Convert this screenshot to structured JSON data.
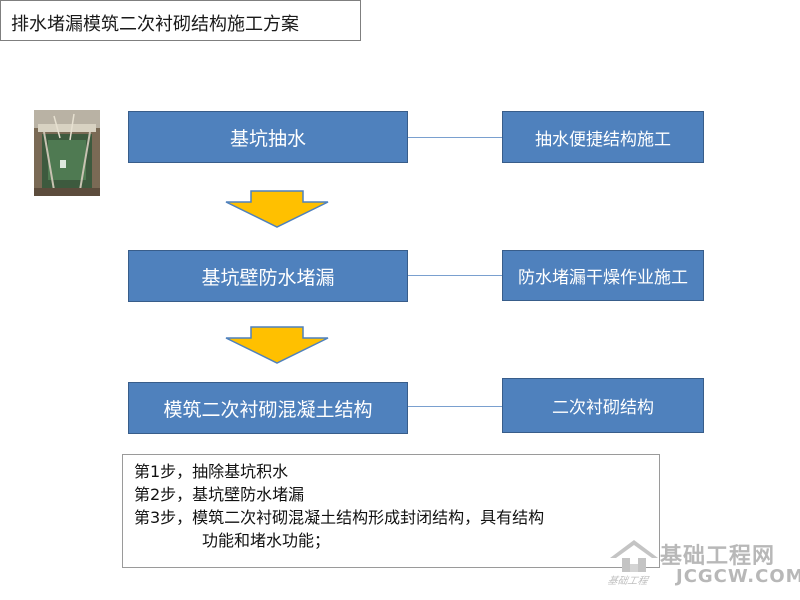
{
  "title": "排水堵漏模筑二次衬砌结构施工方案",
  "steps": [
    {
      "main": "基坑抽水",
      "side": "抽水便捷结构施工"
    },
    {
      "main": "基坑壁防水堵漏",
      "side": "防水堵漏干燥作业施工"
    },
    {
      "main": "模筑二次衬砌混凝土结构",
      "side": "二次衬砌结构"
    }
  ],
  "notes": [
    "第1步，抽除基坑积水",
    "第2步，基坑壁防水堵漏",
    "第3步，模筑二次衬砌混凝土结构形成封闭结构，具有结构",
    "功能和堵水功能；"
  ],
  "watermark": {
    "name": "基础工程网",
    "domain": "JCGCW.COM",
    "script": "基础工程"
  },
  "colors": {
    "box_fill": "#4f81bd",
    "box_border": "#385d8a",
    "arrow_fill": "#ffc000",
    "arrow_border": "#4f81bd"
  }
}
